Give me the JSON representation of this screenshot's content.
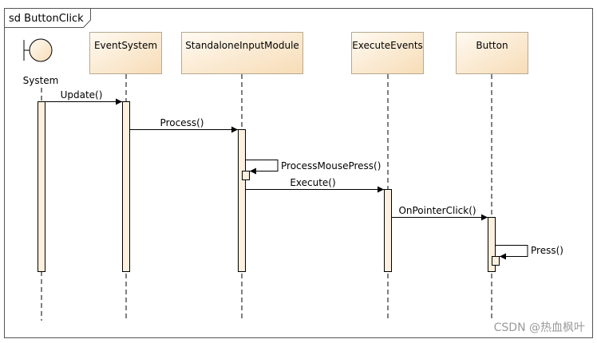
{
  "frame": {
    "title": "sd ButtonClick"
  },
  "lifelines": {
    "system": "System",
    "event_system": "EventSystem",
    "standalone_input_module": "StandaloneInputModule",
    "execute_events": "ExecuteEvents",
    "button": "Button"
  },
  "messages": {
    "update": "Update()",
    "process": "Process()",
    "process_mouse_press": "ProcessMousePress()",
    "execute": "Execute()",
    "on_pointer_click": "OnPointerClick()",
    "press": "Press()"
  },
  "watermark": "CSDN @热血枫叶",
  "colors": {
    "box_fill_top": "#fffaf2",
    "box_fill_bottom": "#f7dcb6",
    "box_stroke": "#b9a98f",
    "activation_fill": "#fdf0df",
    "line": "#000000",
    "frame_stroke": "#555555"
  }
}
